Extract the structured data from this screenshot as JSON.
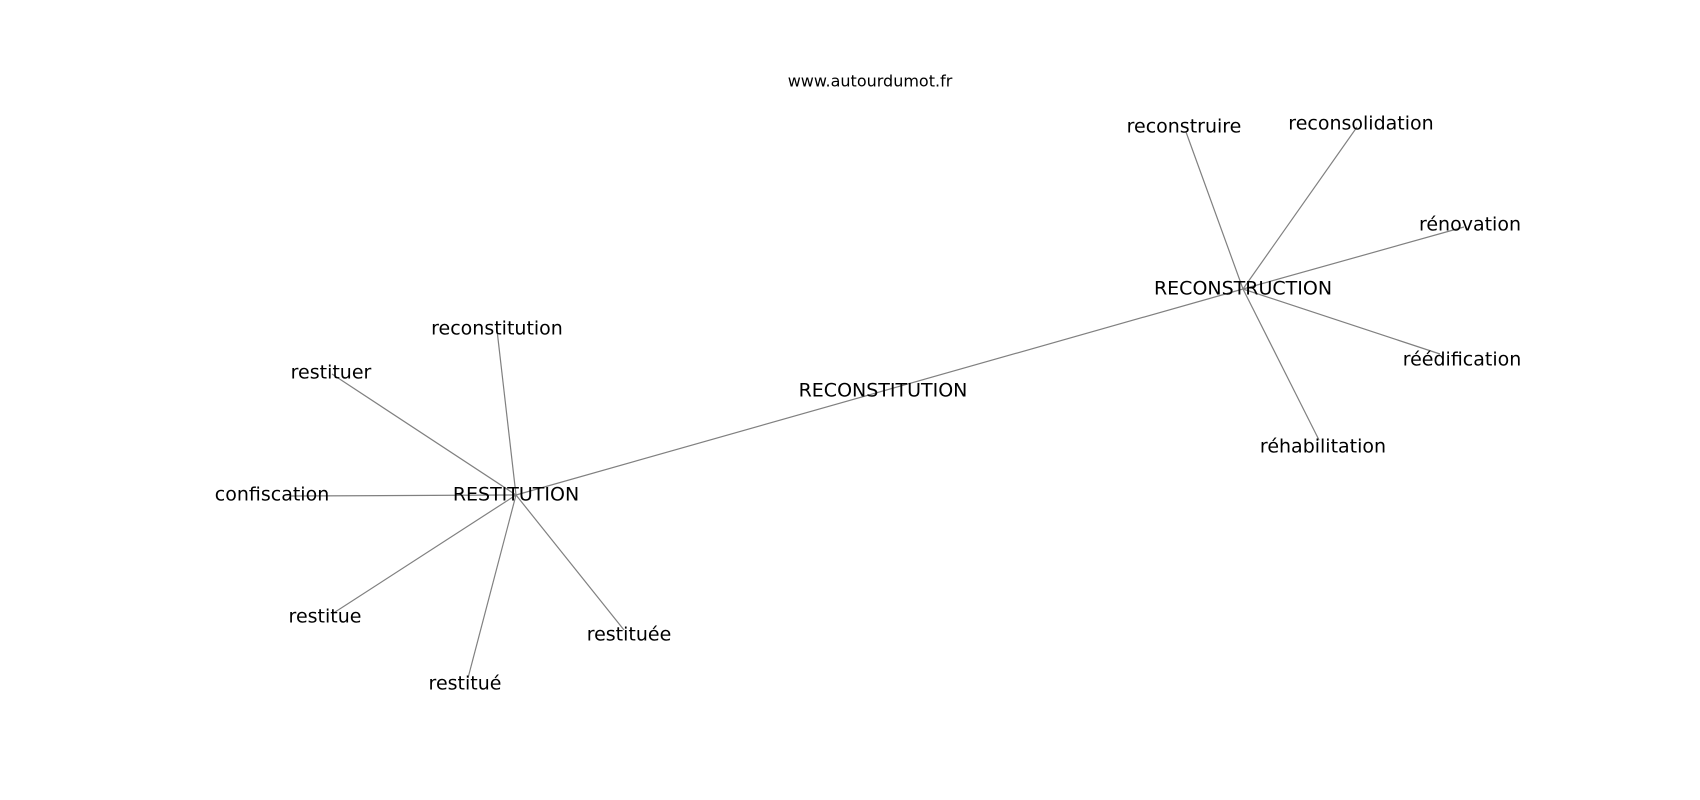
{
  "watermark": "www.autourdumot.fr",
  "graph": {
    "nodes": [
      {
        "id": "RECONSTITUTION",
        "label": "RECONSTITUTION"
      },
      {
        "id": "RESTITUTION",
        "label": "RESTITUTION"
      },
      {
        "id": "RECONSTRUCTION",
        "label": "RECONSTRUCTION"
      },
      {
        "id": "reconstitution",
        "label": "reconstitution"
      },
      {
        "id": "restituer",
        "label": "restituer"
      },
      {
        "id": "confiscation",
        "label": "confiscation"
      },
      {
        "id": "restitue",
        "label": "restitue"
      },
      {
        "id": "restitué",
        "label": "restitué"
      },
      {
        "id": "restituée",
        "label": "restituée"
      },
      {
        "id": "reconstruire",
        "label": "reconstruire"
      },
      {
        "id": "reconsolidation",
        "label": "reconsolidation"
      },
      {
        "id": "rénovation",
        "label": "rénovation"
      },
      {
        "id": "réédification",
        "label": "réédification"
      },
      {
        "id": "réhabilitation",
        "label": "réhabilitation"
      }
    ],
    "edges": [
      [
        "RESTITUTION",
        "RECONSTRUCTION"
      ],
      [
        "RESTITUTION",
        "reconstitution"
      ],
      [
        "RESTITUTION",
        "restituer"
      ],
      [
        "RESTITUTION",
        "confiscation"
      ],
      [
        "RESTITUTION",
        "restitue"
      ],
      [
        "RESTITUTION",
        "restitué"
      ],
      [
        "RESTITUTION",
        "restituée"
      ],
      [
        "RECONSTRUCTION",
        "reconstruire"
      ],
      [
        "RECONSTRUCTION",
        "reconsolidation"
      ],
      [
        "RECONSTRUCTION",
        "rénovation"
      ],
      [
        "RECONSTRUCTION",
        "réédification"
      ],
      [
        "RECONSTRUCTION",
        "réhabilitation"
      ]
    ]
  }
}
